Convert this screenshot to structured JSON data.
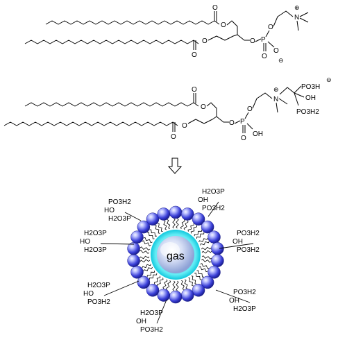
{
  "molecule_top": {
    "o_ester1": "O",
    "o_ester2": "O",
    "o_carbonyl1": "O",
    "o_carbonyl2": "O",
    "o_link1": "O",
    "o_link2": "O",
    "phosphorus": "P",
    "o_double": "O",
    "o_minus": "O",
    "minus_sign": "⊖",
    "nitrogen": "N",
    "plus_sign": "⊕"
  },
  "molecule_bottom": {
    "o_ester1": "O",
    "o_ester2": "O",
    "o_carbonyl1": "O",
    "o_carbonyl2": "O",
    "o_link1": "O",
    "o_link2": "O",
    "phosphorus": "P",
    "o_double": "O",
    "oh": "OH",
    "nitrogen": "N",
    "plus_sign": "⊕",
    "po3h_top": "PO3H",
    "minus_sign": "⊖",
    "oh_side": "OH",
    "po3h2_bottom": "PO3H2"
  },
  "arrow": {
    "symbol": "⇩"
  },
  "liposome": {
    "core_label": "gas",
    "headgroups": [
      {
        "a": "PO3H2",
        "b": "HO",
        "c": "H2O3P"
      },
      {
        "a": "H2O3P",
        "b": "OH",
        "c": "PO3H2"
      },
      {
        "a": "H2O3P",
        "b": "HO",
        "c": "H2O3P"
      },
      {
        "a": "PO3H2",
        "b": "OH",
        "c": "PO3H2"
      },
      {
        "a": "H2O3P",
        "b": "HO",
        "c": "PO3H2"
      },
      {
        "a": "PO3H2",
        "b": "OH",
        "c": "H2O3P"
      },
      {
        "a": "H2O3P",
        "b": "OH",
        "c": "PO3H2"
      }
    ]
  },
  "colors": {
    "sphere_blue": "#3a3fd8",
    "sphere_highlight": "#c8ccff",
    "gas_ring": "#19d6e6",
    "gas_core": "#a9b9e4"
  }
}
